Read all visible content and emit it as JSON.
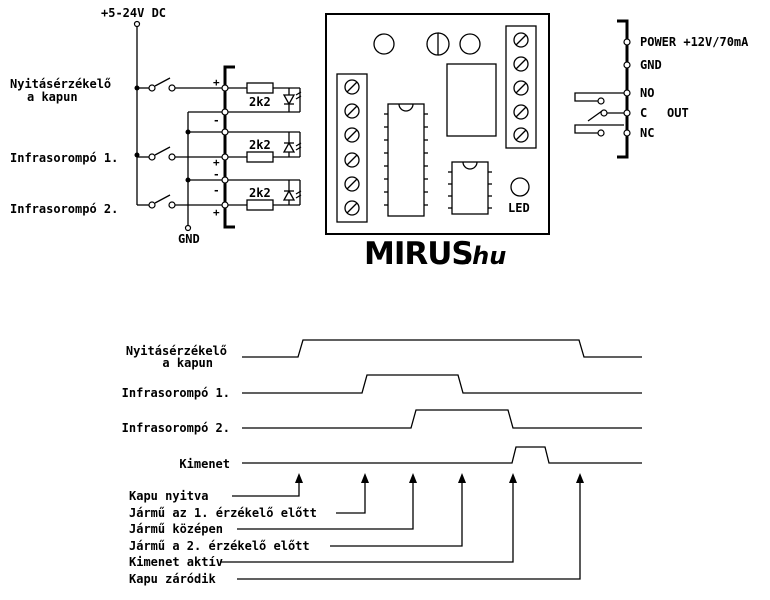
{
  "supply": {
    "label": "+5-24V DC"
  },
  "inputs": [
    {
      "line1": "Nyitásérzékelő",
      "line2": "a kapun"
    },
    {
      "line1": "Infrasorompó 1.",
      "line2": ""
    },
    {
      "line1": "Infrasorompó 2.",
      "line2": ""
    }
  ],
  "ground": {
    "label": "GND"
  },
  "resistor": {
    "value": "2k2"
  },
  "polarity": {
    "plus": "+",
    "minus": "-"
  },
  "output_terminals": {
    "power": "POWER +12V/70mA",
    "gnd": "GND",
    "no": "NO",
    "c": "C",
    "out": "OUT",
    "nc": "NC"
  },
  "board": {
    "led_label": "LED"
  },
  "brand": {
    "name": "MIRUS",
    "suffix": ".hu",
    "color": "#000000"
  },
  "timing": {
    "signals": [
      {
        "line1": "Nyitásérzékelő",
        "line2": "a kapun"
      },
      {
        "line1": "Infrasorompó 1.",
        "line2": ""
      },
      {
        "line1": "Infrasorompó 2.",
        "line2": ""
      },
      {
        "line1": "Kimenet",
        "line2": ""
      }
    ],
    "events": [
      "Kapu nyitva",
      "Jármű az 1. érzékelő előtt",
      "Jármű középen",
      "Jármű a 2. érzékelő előtt",
      "Kimenet aktív",
      "Kapu záródik"
    ]
  }
}
